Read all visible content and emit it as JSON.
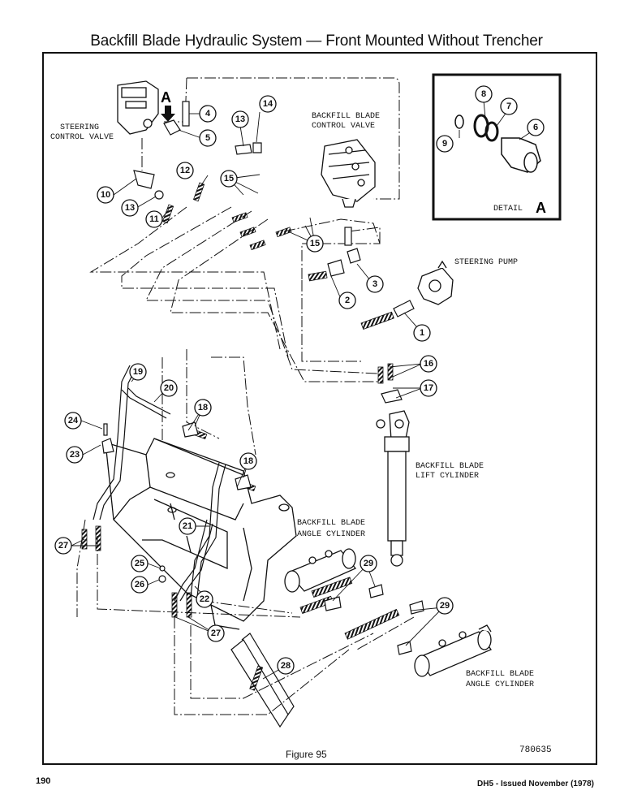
{
  "title": "Backfill Blade Hydraulic System — Front Mounted Without Trencher",
  "labels": {
    "steering_control_valve_1": "STEERING",
    "steering_control_valve_2": "CONTROL VALVE",
    "backfill_control_valve_1": "BACKFILL BLADE",
    "backfill_control_valve_2": "CONTROL VALVE",
    "steering_pump": "STEERING PUMP",
    "lift_cylinder_1": "BACKFILL BLADE",
    "lift_cylinder_2": "LIFT CYLINDER",
    "angle_cylinder_upper_1": "BACKFILL BLADE",
    "angle_cylinder_upper_2": "ANGLE CYLINDER",
    "angle_cylinder_lower_1": "BACKFILL BLADE",
    "angle_cylinder_lower_2": "ANGLE CYLINDER",
    "detail": "DETAIL",
    "detail_letter": "A",
    "arrow_letter": "A"
  },
  "callouts": [
    "1",
    "2",
    "3",
    "4",
    "5",
    "6",
    "7",
    "8",
    "9",
    "10",
    "11",
    "12",
    "13",
    "13",
    "14",
    "15",
    "15",
    "16",
    "17",
    "18",
    "18",
    "19",
    "20",
    "21",
    "22",
    "23",
    "24",
    "25",
    "26",
    "27",
    "27",
    "28",
    "29",
    "29"
  ],
  "caption": "Figure 95",
  "drawing_number": "780635",
  "page_number": "190",
  "issued": "DH5 - Issued November (1978)"
}
